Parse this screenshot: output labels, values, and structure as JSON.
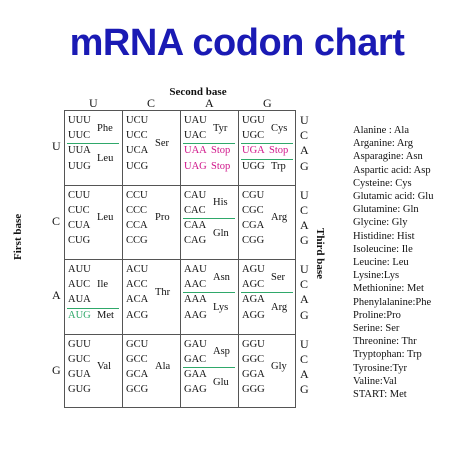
{
  "title": "mRNA codon chart",
  "second_base": {
    "label": "Second base",
    "bases": [
      "U",
      "C",
      "A",
      "G"
    ]
  },
  "first_base": {
    "label": "First base",
    "bases": [
      "U",
      "C",
      "A",
      "G"
    ]
  },
  "third_base": {
    "label": "Third base",
    "bases": [
      "U",
      "C",
      "A",
      "G",
      "U",
      "C",
      "A",
      "G",
      "U",
      "C",
      "A",
      "G",
      "U",
      "C",
      "A",
      "G"
    ]
  },
  "blocks": [
    [
      {
        "codons": [
          "UUU",
          "UUC",
          "UUA",
          "UUG"
        ],
        "aas": [
          {
            "text": "Phe",
            "row": 0.5
          },
          {
            "text": "Leu",
            "row": 2.5
          }
        ]
      },
      {
        "codons": [
          "UCU",
          "UCC",
          "UCA",
          "UCG"
        ],
        "aas": [
          {
            "text": "Ser",
            "row": 1.5
          }
        ]
      },
      {
        "codons": [
          "UAU",
          "UAC",
          "UAA",
          "UAG"
        ],
        "aas": [
          {
            "text": "Tyr",
            "row": 0.5
          }
        ],
        "stops": [
          2,
          3
        ],
        "stop_text": "Stop"
      },
      {
        "codons": [
          "UGU",
          "UGC",
          "UGA",
          "UGG"
        ],
        "aas": [
          {
            "text": "Cys",
            "row": 0.5
          },
          {
            "text": "Trp",
            "row": 3
          }
        ],
        "stops": [
          2
        ],
        "stop_text": "Stop"
      }
    ],
    [
      {
        "codons": [
          "CUU",
          "CUC",
          "CUA",
          "CUG"
        ],
        "aas": [
          {
            "text": "Leu",
            "row": 1.5
          }
        ]
      },
      {
        "codons": [
          "CCU",
          "CCC",
          "CCA",
          "CCG"
        ],
        "aas": [
          {
            "text": "Pro",
            "row": 1.5
          }
        ]
      },
      {
        "codons": [
          "CAU",
          "CAC",
          "CAA",
          "CAG"
        ],
        "aas": [
          {
            "text": "His",
            "row": 0.5
          },
          {
            "text": "Gln",
            "row": 2.5
          }
        ]
      },
      {
        "codons": [
          "CGU",
          "CGC",
          "CGA",
          "CGG"
        ],
        "aas": [
          {
            "text": "Arg",
            "row": 1.5
          }
        ]
      }
    ],
    [
      {
        "codons": [
          "AUU",
          "AUC",
          "AUA",
          "AUG"
        ],
        "aas": [
          {
            "text": "Ile",
            "row": 1
          },
          {
            "text": "Met",
            "row": 3
          }
        ],
        "start": [
          3
        ]
      },
      {
        "codons": [
          "ACU",
          "ACC",
          "ACA",
          "ACG"
        ],
        "aas": [
          {
            "text": "Thr",
            "row": 1.5
          }
        ]
      },
      {
        "codons": [
          "AAU",
          "AAC",
          "AAA",
          "AAG"
        ],
        "aas": [
          {
            "text": "Asn",
            "row": 0.5
          },
          {
            "text": "Lys",
            "row": 2.5
          }
        ]
      },
      {
        "codons": [
          "AGU",
          "AGC",
          "AGA",
          "AGG"
        ],
        "aas": [
          {
            "text": "Ser",
            "row": 0.5
          },
          {
            "text": "Arg",
            "row": 2.5
          }
        ]
      }
    ],
    [
      {
        "codons": [
          "GUU",
          "GUC",
          "GUA",
          "GUG"
        ],
        "aas": [
          {
            "text": "Val",
            "row": 1.5
          }
        ]
      },
      {
        "codons": [
          "GCU",
          "GCC",
          "GCA",
          "GCG"
        ],
        "aas": [
          {
            "text": "Ala",
            "row": 1.5
          }
        ]
      },
      {
        "codons": [
          "GAU",
          "GAC",
          "GAA",
          "GAG"
        ],
        "aas": [
          {
            "text": "Asp",
            "row": 0.5
          },
          {
            "text": "Glu",
            "row": 2.5
          }
        ]
      },
      {
        "codons": [
          "GGU",
          "GGC",
          "GGA",
          "GGG"
        ],
        "aas": [
          {
            "text": "Gly",
            "row": 1.5
          }
        ]
      }
    ]
  ],
  "abbreviations": [
    "Alanine : Ala",
    "Arganine: Arg",
    "Asparagine: Asn",
    "Aspartic acid: Asp",
    "Cysteine: Cys",
    "Glutamic acid: Glu",
    "Glutamine: Gln",
    "Glycine: Gly",
    "Histidine: Hist",
    "Isoleucine: Ile",
    "Leucine: Leu",
    "Lysine:Lys",
    "Methionine: Met",
    "Phenylalanine:Phe",
    "Proline:Pro",
    "Serine: Ser",
    "Threonine: Thr",
    "Tryptophan: Trp",
    "Tyrosine:Tyr",
    "Valine:Val",
    "START: Met"
  ],
  "colors": {
    "title": "#1a1ab4",
    "stop": "#d0158a",
    "underline": "#2fa86a",
    "grid": "#555555"
  }
}
